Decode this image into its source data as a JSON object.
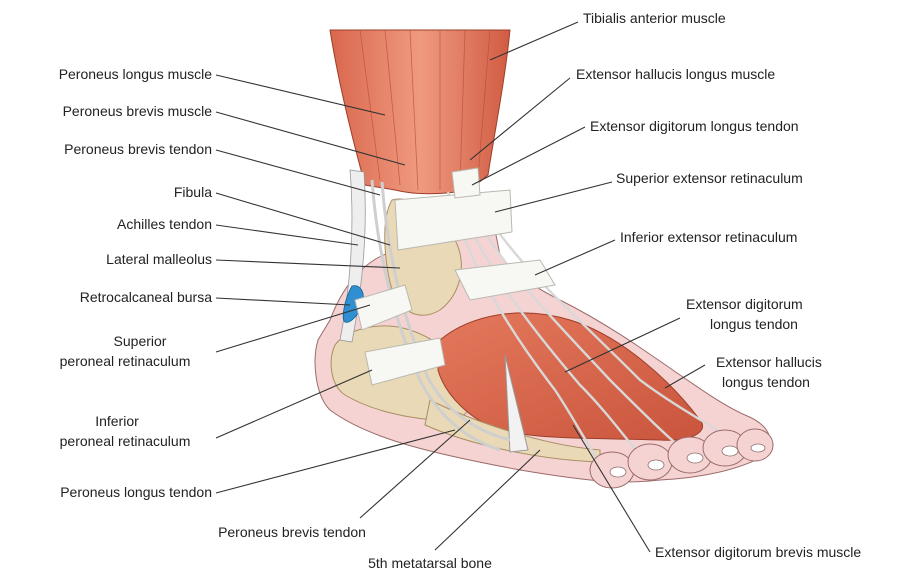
{
  "labels": {
    "tibialis_anterior_muscle": "Tibialis anterior muscle",
    "extensor_hallucis_longus_muscle": "Extensor hallucis longus muscle",
    "extensor_digitorum_longus_tendon_upper": "Extensor digitorum longus tendon",
    "superior_extensor_retinaculum": "Superior extensor retinaculum",
    "inferior_extensor_retinaculum": "Inferior extensor retinaculum",
    "extensor_digitorum_longus_tendon_lower": [
      "Extensor digitorum",
      "longus tendon"
    ],
    "extensor_hallucis_longus_tendon": [
      "Extensor hallucis",
      "longus tendon"
    ],
    "extensor_digitorum_brevis_muscle": "Extensor digitorum brevis muscle",
    "peroneus_longus_muscle": "Peroneus longus muscle",
    "peroneus_brevis_muscle": "Peroneus brevis muscle",
    "peroneus_brevis_tendon_upper": "Peroneus brevis tendon",
    "fibula": "Fibula",
    "achilles_tendon": "Achilles tendon",
    "lateral_malleolus": "Lateral malleolus",
    "retrocalcaneal_bursa": "Retrocalcaneal bursa",
    "superior_peroneal_retinaculum": [
      "Superior",
      "peroneal retinaculum"
    ],
    "inferior_peroneal_retinaculum": [
      "Inferior",
      "peroneal retinaculum"
    ],
    "peroneus_longus_tendon": "Peroneus longus tendon",
    "peroneus_brevis_tendon_lower": "Peroneus brevis tendon",
    "fifth_metatarsal_bone": "5th metatarsal bone"
  },
  "colors": {
    "muscle": "#e07a5f",
    "muscle_dark": "#c9553c",
    "skin": "#f6d3d3",
    "bone": "#ead9b6",
    "retinaculum": "#f7f7f4",
    "tendon": "#dcdcdc",
    "bursa": "#2f8fd0"
  }
}
